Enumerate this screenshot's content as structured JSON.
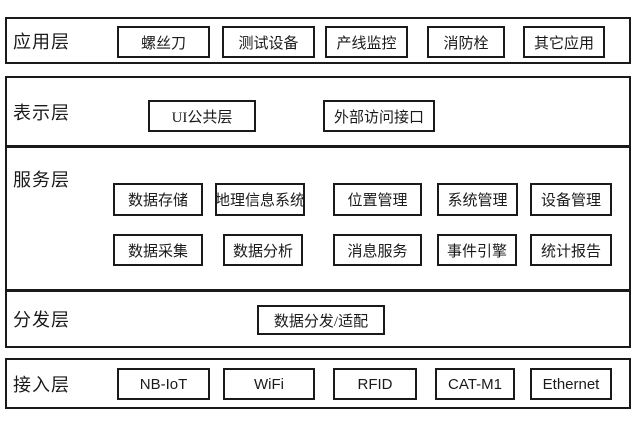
{
  "diagram": {
    "type": "layered-architecture",
    "colors": {
      "border": "#1a1a1a",
      "background": "#ffffff",
      "text": "#1a1a1a"
    },
    "layers": [
      {
        "name": "应用层",
        "items": [
          "螺丝刀",
          "测试设备",
          "产线监控",
          "消防栓",
          "其它应用"
        ]
      },
      {
        "name": "表示层",
        "items": [
          "UI公共层",
          "外部访问接口"
        ]
      },
      {
        "name": "服务层",
        "rows": [
          [
            "数据存储",
            "地理信息系统",
            "位置管理",
            "系统管理",
            "设备管理"
          ],
          [
            "数据采集",
            "数据分析",
            "消息服务",
            "事件引擎",
            "统计报告"
          ]
        ]
      },
      {
        "name": "分发层",
        "items": [
          "数据分发/适配"
        ]
      },
      {
        "name": "接入层",
        "items": [
          "NB-IoT",
          "WiFi",
          "RFID",
          "CAT-M1",
          "Ethernet"
        ]
      }
    ]
  }
}
